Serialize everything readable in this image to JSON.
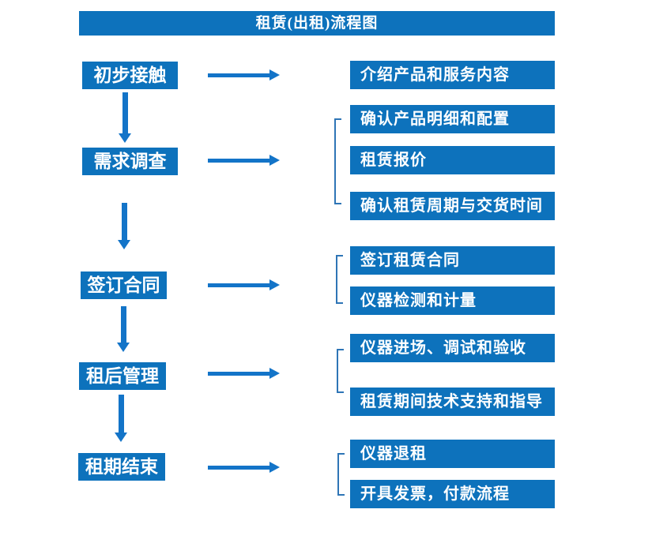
{
  "title": "租赁(出租)流程图",
  "colors": {
    "box_blue": "#0d72bc",
    "arrow_blue": "#1374c8",
    "bracket_blue": "#2e75b6",
    "text_white": "#ffffff"
  },
  "steps": [
    {
      "label": "初步接触",
      "outputs": [
        "介绍产品和服务内容"
      ]
    },
    {
      "label": "需求调查",
      "outputs": [
        "确认产品明细和配置",
        "租赁报价",
        "确认租赁周期与交货时间"
      ]
    },
    {
      "label": "签订合同",
      "outputs": [
        "签订租赁合同",
        "仪器检测和计量"
      ]
    },
    {
      "label": "租后管理",
      "outputs": [
        "仪器进场、调试和验收",
        "租赁期间技术支持和指导"
      ]
    },
    {
      "label": "租期结束",
      "outputs": [
        "仪器退租",
        "开具发票，付款流程"
      ]
    }
  ]
}
